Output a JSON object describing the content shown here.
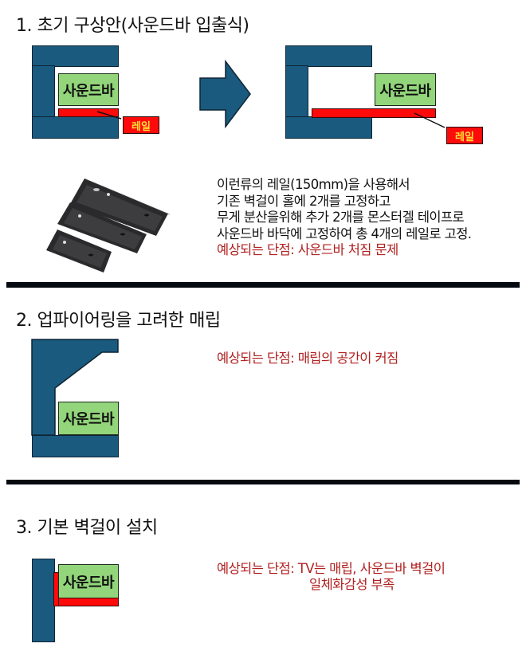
{
  "colors": {
    "wall": "#1a5a7f",
    "soundbar": "#92d57a",
    "rail": "#ff0a0a",
    "rail_label_text": "#ffe135",
    "warning_text": "#b01f1f",
    "divider": "#050a10"
  },
  "section1": {
    "title": "1. 초기 구상안(사운드바 입출식)",
    "before": {
      "soundbar_label": "사운드바",
      "rail_label": "레일"
    },
    "after": {
      "soundbar_label": "사운드바",
      "rail_label": "레일"
    },
    "arrow_icon": "right-arrow",
    "photo_alt": "drawer slide rails (3 sizes)",
    "description": [
      "이런류의 레일(150mm)을 사용해서",
      "기존 벽걸이 홀에 2개를 고정하고",
      "무게 분산을위해  추가 2개를 몬스터겔 테이프로",
      "사운드바 바닥에 고정하여 총 4개의 레일로 고정."
    ],
    "drawback": "예상되는 단점: 사운드바 처짐 문제"
  },
  "section2": {
    "title": "2. 업파이어링을 고려한 매립",
    "soundbar_label": "사운드바",
    "drawback": "예상되는 단점: 매립의 공간이 커짐"
  },
  "section3": {
    "title": "3. 기본 벽걸이 설치",
    "soundbar_label": "사운드바",
    "drawback_line1": "예상되는 단점: TV는 매립, 사운드바 벽걸이",
    "drawback_line2": "일체화감성 부족"
  }
}
